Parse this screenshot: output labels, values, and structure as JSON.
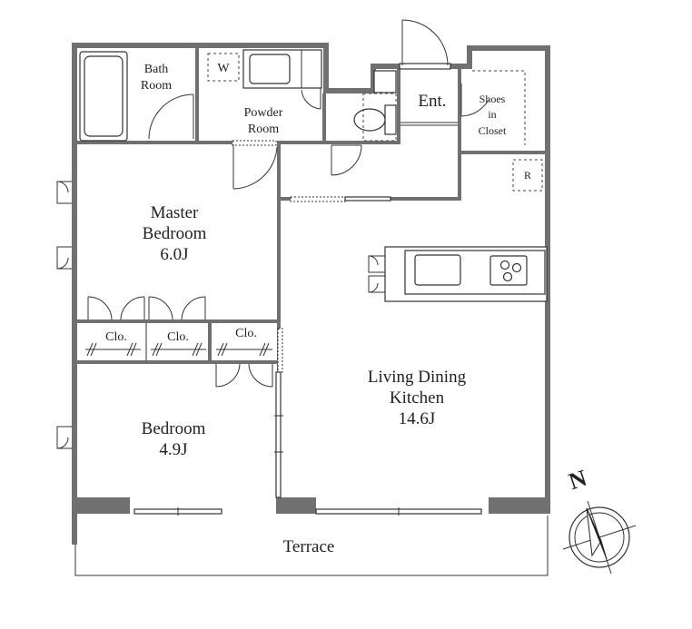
{
  "rooms": {
    "bath": [
      "Bath",
      "Room"
    ],
    "washer": "W",
    "powder": [
      "Powder",
      "Room"
    ],
    "entrance": "Ent.",
    "shoes": [
      "Shoes",
      "in",
      "Closet"
    ],
    "fridge": "R",
    "master": [
      "Master",
      "Bedroom",
      "6.0J"
    ],
    "closets": [
      "Clo.",
      "Clo.",
      "Clo."
    ],
    "living": [
      "Living Dining",
      "Kitchen",
      "14.6J"
    ],
    "bedroom": [
      "Bedroom",
      "4.9J"
    ],
    "terrace": "Terrace"
  },
  "compass": {
    "north_label": "N",
    "icon": "compass-rose-icon"
  },
  "colors": {
    "wall": "#707070",
    "line": "#333333",
    "background": "#ffffff"
  }
}
